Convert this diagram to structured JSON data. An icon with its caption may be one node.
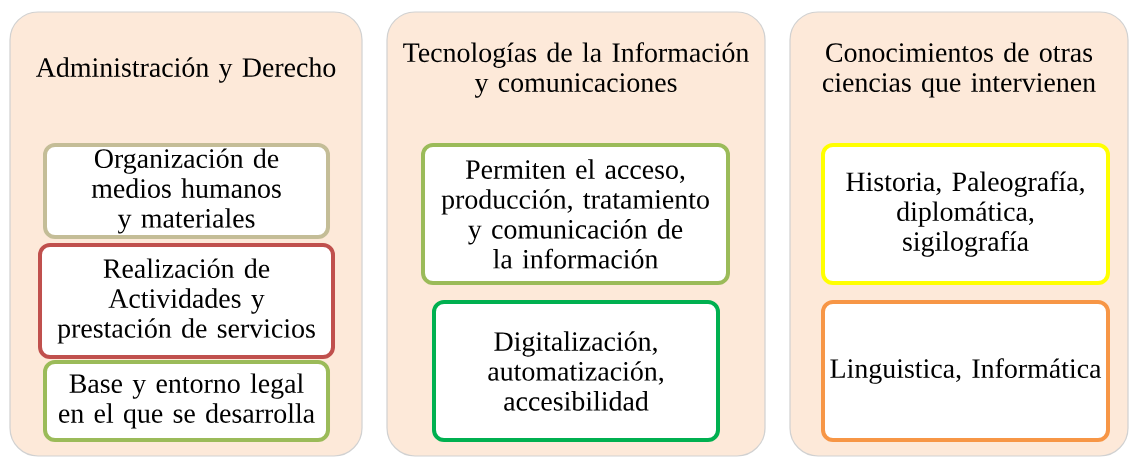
{
  "diagram": {
    "nodes": [
      {
        "text": [
          "Administración y Derecho"
        ]
      },
      {
        "text": [
          "Organización de medios humanos y materiales"
        ],
        "in": 0
      },
      {
        "text": [
          "Realización de Actividades y prestación de servicios"
        ],
        "in": 0
      },
      {
        "text": [
          "Base y entorno legal en el que se desarrolla"
        ],
        "in": 0
      },
      {
        "text": [
          "Tecnologías de la Información y comunicaciones"
        ]
      },
      {
        "text": [
          "Permiten el acceso, producción, tratamiento y comunicación de la información"
        ],
        "in": 4
      },
      {
        "text": [
          "Digitalización, automatización, accesibilidad"
        ],
        "in": 4
      },
      {
        "text": [
          "Conocimientos de otras ciencias que intervienen"
        ]
      },
      {
        "text": [
          "Historia, Paleografía, diplomática, sigilografía"
        ],
        "in": 7
      },
      {
        "text": [
          "Linguistica, Informática"
        ],
        "in": 7
      }
    ]
  }
}
